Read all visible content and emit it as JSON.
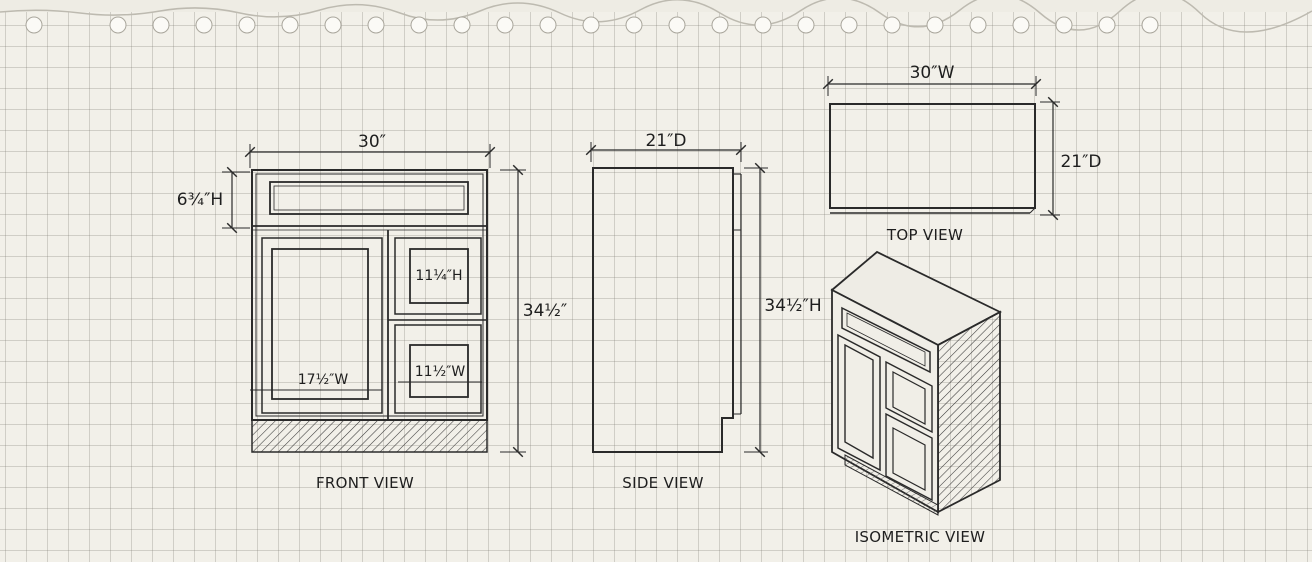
{
  "views": {
    "front": "FRONT VIEW",
    "side": "SIDE VIEW",
    "top": "TOP VIEW",
    "isometric": "ISOMETRIC VIEW"
  },
  "dimensions": {
    "front_width": "30″",
    "drawer_height": "6¾″H",
    "front_height": "34½″",
    "small_drawer_height": "11¼″H",
    "drawer_width": "11½″W",
    "door_width": "17½″W",
    "side_depth": "21″D",
    "side_height": "34½″H",
    "top_width": "30″W",
    "top_depth": "21″D"
  },
  "colors": {
    "paper": "#f2f0e9",
    "grid": "#8a8880",
    "ink": "#2a2a2a"
  }
}
